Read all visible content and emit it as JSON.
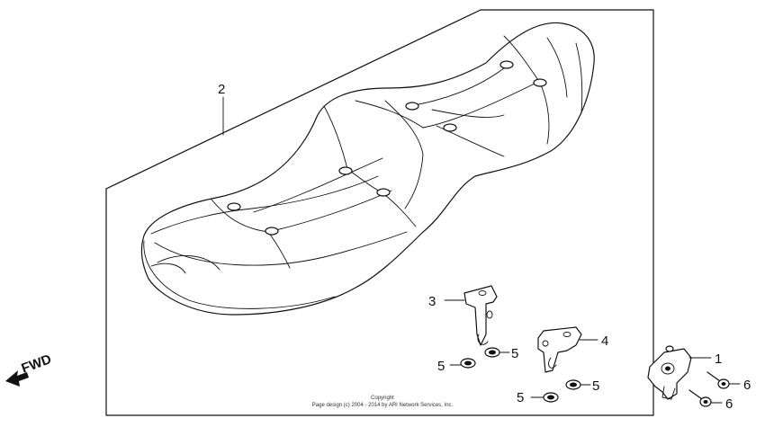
{
  "callouts": {
    "seat": "2",
    "bracket_left": "3",
    "bracket_right": "4",
    "collar_1": "5",
    "collar_2": "5",
    "collar_3": "5",
    "collar_4": "5",
    "lock_assy": "1",
    "bolt_1": "6",
    "bolt_2": "6"
  },
  "direction_indicator": "FWD",
  "copyright": {
    "line1": "Copyright",
    "line2": "Page design (c) 2004 - 2014 by ARI Network Services, Inc."
  }
}
